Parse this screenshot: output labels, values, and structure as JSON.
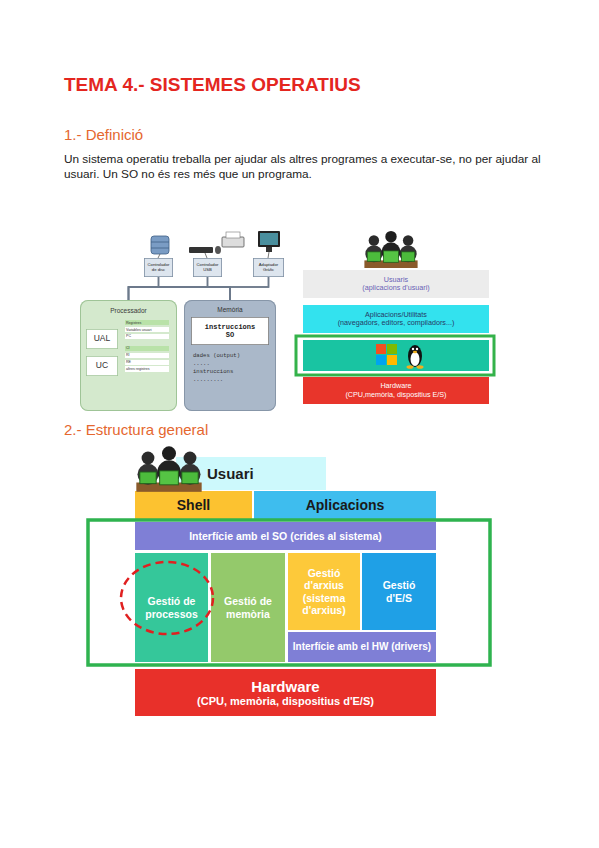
{
  "diagram": {
    "title": "TEMA 4.- SISTEMES OPERATIUS",
    "nodes": [
      {
        "text": [
          "Controlador de disc"
        ]
      },
      {
        "text": [
          "Controlador USB"
        ]
      },
      {
        "text": [
          "Adaptador Gràfic"
        ]
      },
      {
        "text": [
          "Processador"
        ]
      },
      {
        "text": [
          "UAL"
        ],
        "in": 3
      },
      {
        "text": [
          "UC"
        ],
        "in": 3
      },
      {
        "text": [
          "Registres",
          "Variables usuari",
          "PC",
          "CI",
          "RI",
          "RE",
          "altres registres"
        ],
        "in": 3
      },
      {
        "text": [
          "Memòria",
          "dades (output)",
          ".....",
          "instruccions",
          "........."
        ]
      },
      {
        "text": [
          "instruccions SO"
        ],
        "in": 7
      },
      {
        "text": [
          "Usuaris",
          "(aplicacions d'usuari)"
        ]
      },
      {
        "text": [
          "Aplicacions/Utilitats",
          "(navegadors, editors, compiladors...)"
        ]
      },
      {
        "text": [
          "Hardware",
          "(CPU,memòria, dispositius E/S)"
        ]
      },
      {
        "text": [
          "Usuari"
        ]
      },
      {
        "text": [
          "Shell"
        ]
      },
      {
        "text": [
          "Aplicacions"
        ]
      },
      {
        "text": [
          "Interfície amb el SO (crides al sistema)"
        ]
      },
      {
        "text": [
          "Gestió de processos"
        ]
      },
      {
        "text": [
          "Gestió de memòria"
        ]
      },
      {
        "text": [
          "Gestió d'arxius (sistema d'arxius)"
        ]
      },
      {
        "text": [
          "Gestió d'E/S"
        ]
      },
      {
        "text": [
          "Interfície amb el HW (drivers)"
        ]
      },
      {
        "text": [
          "Hardware",
          "(CPU, memòria, dispositius d'E/S)"
        ]
      }
    ],
    "edges": [
      {
        "from": 0,
        "to": 3,
        "arrow": "none"
      },
      {
        "from": 0,
        "to": 7,
        "arrow": "none"
      },
      {
        "from": 1,
        "to": 3,
        "arrow": "none"
      },
      {
        "from": 1,
        "to": 7,
        "arrow": "none"
      },
      {
        "from": 2,
        "to": 3,
        "arrow": "none"
      },
      {
        "from": 2,
        "to": 7,
        "arrow": "none"
      },
      {
        "from": 3,
        "to": 7,
        "arrow": "none"
      }
    ],
    "labels": [
      "1.- Definició",
      "Un sistema operatiu treballa per ajudar als altres programes a executar-se, no per ajudar al usuari. Un SO no és res més que un programa.",
      "2.- Estructura general"
    ]
  }
}
